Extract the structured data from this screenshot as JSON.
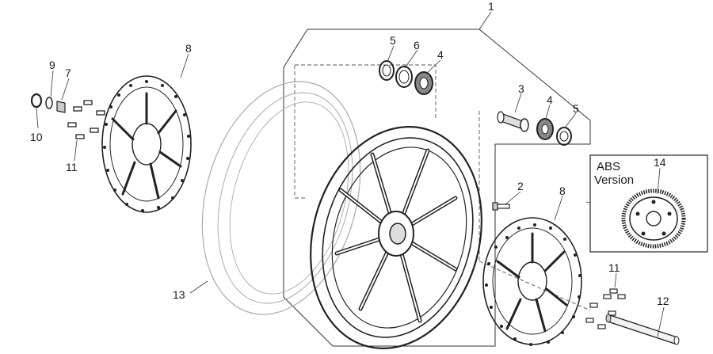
{
  "callouts": {
    "c1": "1",
    "c2": "2",
    "c3": "3",
    "c4a": "4",
    "c4b": "4",
    "c5a": "5",
    "c5b": "5",
    "c6": "6",
    "c7": "7",
    "c8a": "8",
    "c8b": "8",
    "c9": "9",
    "c10": "10",
    "c11a": "11",
    "c11b": "11",
    "c12": "12",
    "c13": "13",
    "c14": "14"
  },
  "abs_box": {
    "line1": "ABS",
    "line2": "Version"
  },
  "colors": {
    "line": "#222222",
    "tire_outline": "#aaaaaa",
    "background": "#ffffff"
  }
}
